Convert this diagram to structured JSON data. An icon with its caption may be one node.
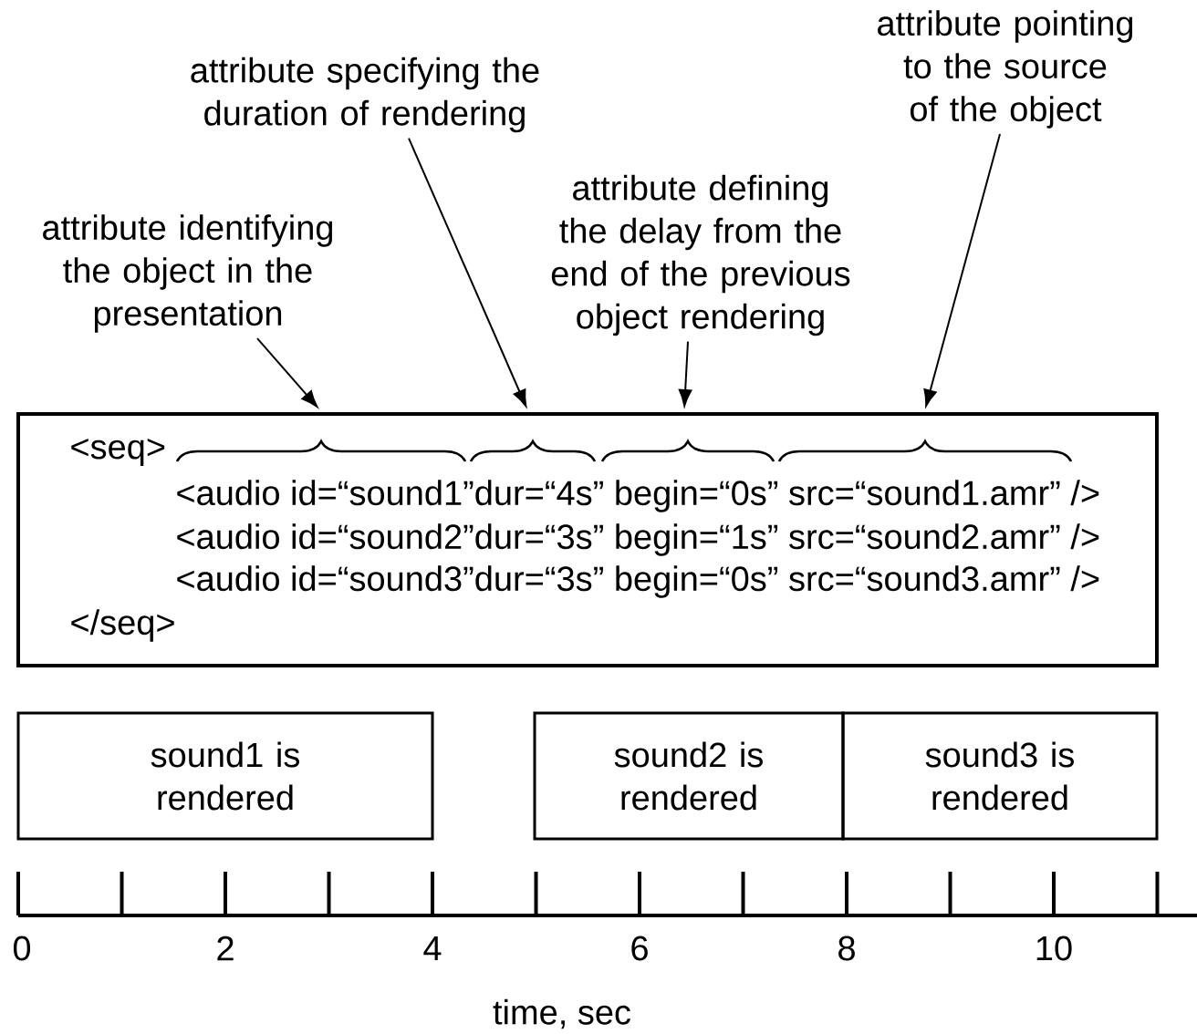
{
  "diagram": {
    "nodes": [
      {
        "text": [
          "attribute identifying the object in the presentation"
        ]
      },
      {
        "text": [
          "attribute specifying the duration of rendering"
        ]
      },
      {
        "text": [
          "attribute defining the delay from the end of the previous object rendering"
        ]
      },
      {
        "text": [
          "attribute pointing to the source of the object"
        ]
      },
      {
        "text": [
          "<seq>",
          "<audio id=“sound1”dur=“4s” begin=“0s” src=“sound1.amr” />",
          "<audio id=“sound2”dur=“3s” begin=“1s” src=“sound2.amr” />",
          "<audio id=“sound3”dur=“3s” begin=“0s” src=“sound3.amr” />",
          "</seq>"
        ]
      },
      {
        "text": [
          "sound1 is rendered"
        ]
      },
      {
        "text": [
          "sound2 is rendered"
        ]
      },
      {
        "text": [
          "sound3 is rendered"
        ]
      }
    ],
    "edges": [
      {
        "from": 0,
        "to": 4,
        "arrow": "to"
      },
      {
        "from": 1,
        "to": 4,
        "arrow": "to"
      },
      {
        "from": 2,
        "to": 4,
        "arrow": "to"
      },
      {
        "from": 3,
        "to": 4,
        "arrow": "to"
      }
    ],
    "labels": [
      "0",
      "2",
      "4",
      "6",
      "8",
      "10",
      "time, sec"
    ]
  }
}
